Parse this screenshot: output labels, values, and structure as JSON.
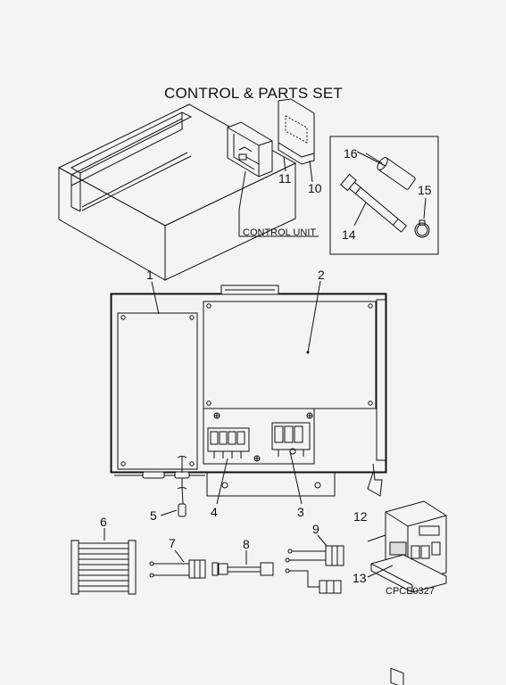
{
  "title": "CONTROL & PARTS SET",
  "control_unit_label": "CONTROL UNIT",
  "drawing_code": "CPCE0327",
  "callouts": [
    "1",
    "2",
    "3",
    "4",
    "5",
    "6",
    "7",
    "8",
    "9",
    "10",
    "11",
    "12",
    "13",
    "14",
    "15",
    "16"
  ]
}
